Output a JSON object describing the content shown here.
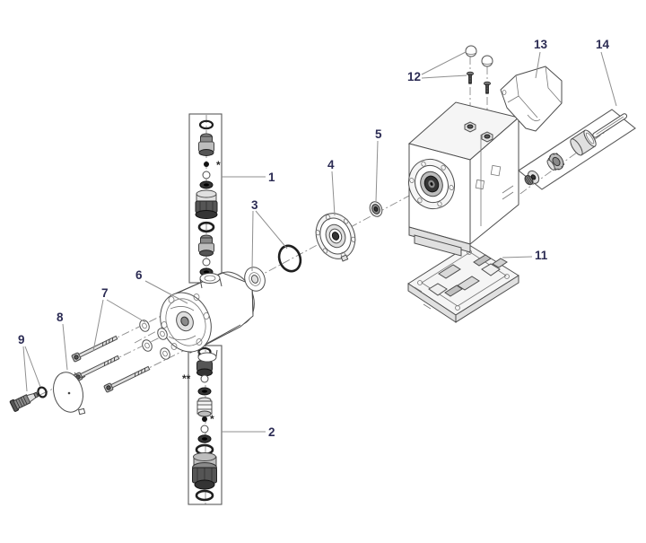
{
  "diagram": {
    "type": "exploded_parts_diagram",
    "subject": "metering pump exploded view",
    "background_color": "#ffffff",
    "outline_color": "#4d4d4d",
    "leader_color": "#8f8f8f",
    "label_color": "#2c2c54",
    "labels": {
      "part1": "1",
      "part2": "2",
      "part3": "3",
      "part4": "4",
      "part5": "5",
      "part6": "6",
      "part7": "7",
      "part8": "8",
      "part9": "9",
      "part11": "11",
      "part12": "12",
      "part13": "13",
      "part14": "14"
    },
    "annotations": {
      "star_valve_top": "*",
      "double_star_valve_bottom": "**",
      "star_valve_bottom": "*"
    }
  }
}
